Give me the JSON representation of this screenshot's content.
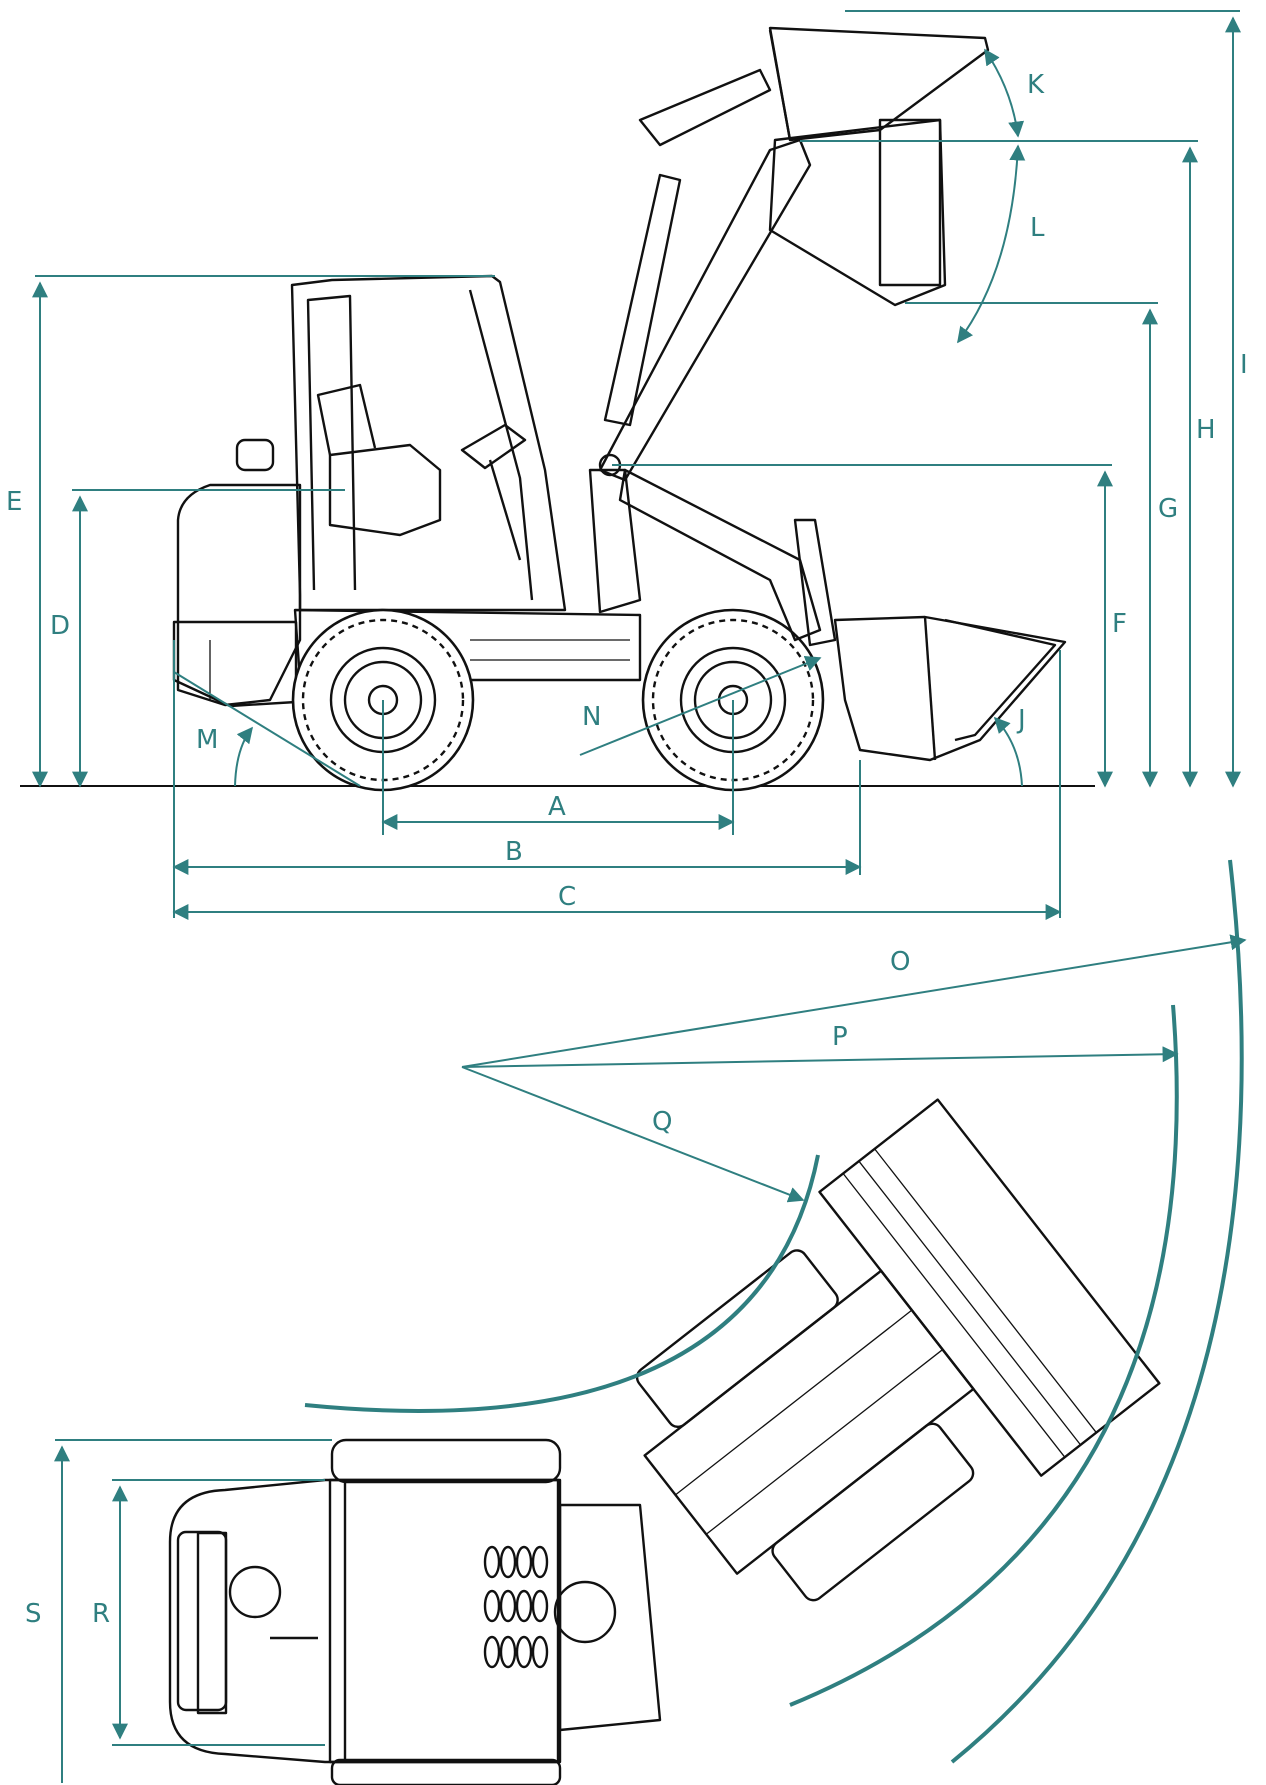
{
  "labels": {
    "A": "A",
    "B": "B",
    "C": "C",
    "D": "D",
    "E": "E",
    "F": "F",
    "G": "G",
    "H": "H",
    "I": "I",
    "J": "J",
    "K": "K",
    "L": "L",
    "M": "M",
    "N": "N",
    "O": "O",
    "P": "P",
    "Q": "Q",
    "R": "R",
    "S": "S"
  },
  "colors": {
    "dimension": "#2f7f80",
    "drawing": "#111111",
    "background": "#ffffff"
  }
}
